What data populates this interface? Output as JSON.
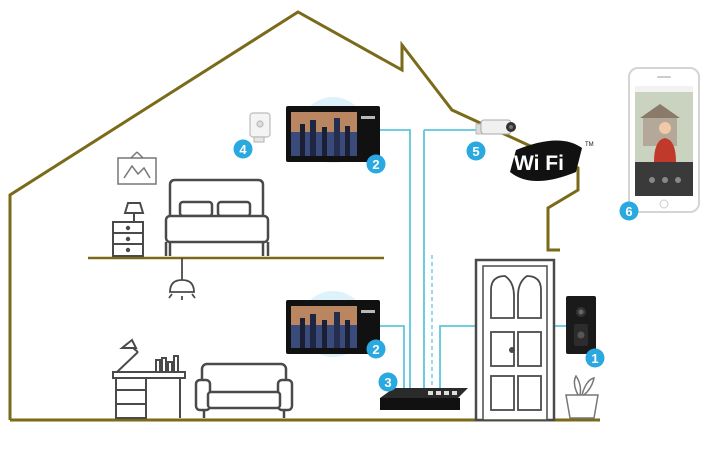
{
  "badges": {
    "door_station": "1",
    "monitor_upper": "2",
    "monitor_lower": "2",
    "poe_switch": "3",
    "indoor_sensor": "4",
    "ip_camera": "5",
    "smartphone": "6"
  },
  "wifi_logo": {
    "text": "Wi Fi",
    "trademark": "TM"
  },
  "colors": {
    "house_outline": "#7a6a1a",
    "cable": "#5ec6dc",
    "badge": "#2aa9e0",
    "furniture": "#4a4a4a",
    "monitor_glow": "#d8f0fb"
  }
}
